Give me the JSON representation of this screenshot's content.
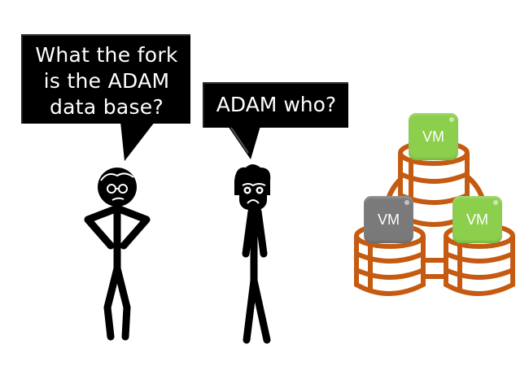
{
  "speech_bubbles": [
    {
      "speaker": "left-stick-figure",
      "lines": [
        "What the fork",
        "is the ADAM",
        "data base?"
      ]
    },
    {
      "speaker": "right-stick-figure",
      "lines": [
        "ADAM who?"
      ]
    }
  ],
  "database_cluster": {
    "vms": [
      {
        "label": "VM",
        "color": "#8ccf4d",
        "state": "active"
      },
      {
        "label": "VM",
        "color": "#7a7a7a",
        "state": "inactive"
      },
      {
        "label": "VM",
        "color": "#8ccf4d",
        "state": "active"
      }
    ],
    "database_color": "#c55a11"
  }
}
